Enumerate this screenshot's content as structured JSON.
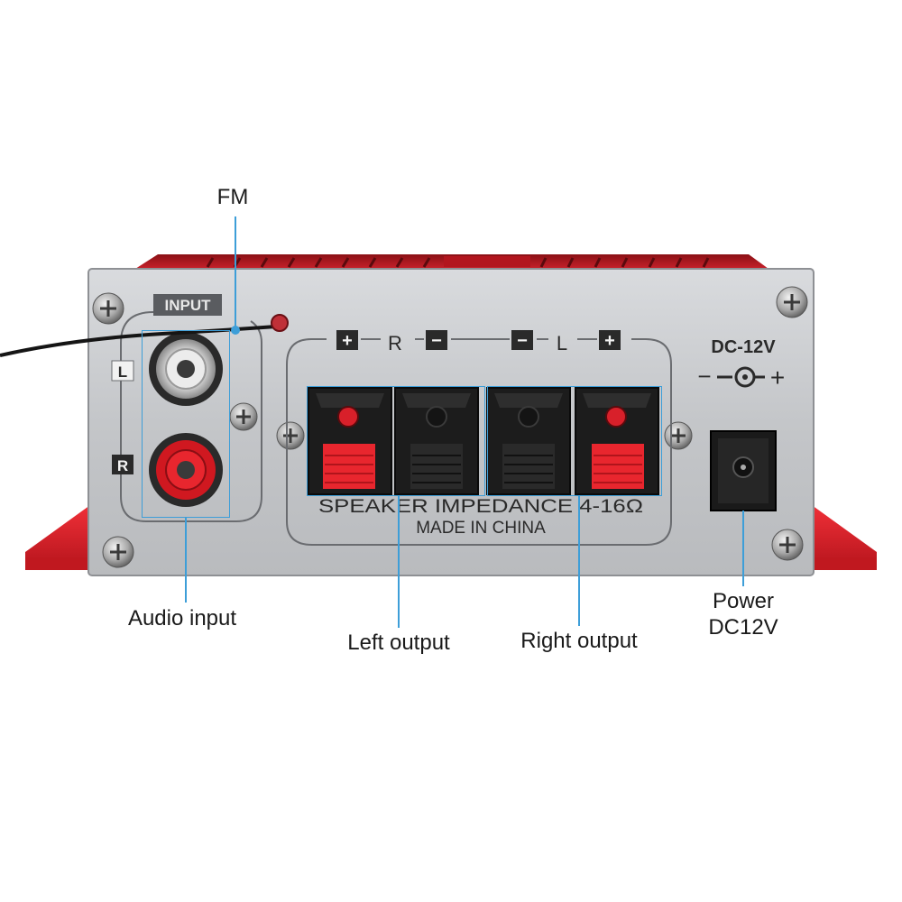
{
  "panel": {
    "input_label": "INPUT",
    "channel_left": "L",
    "channel_right": "R",
    "polarity_plus": "+",
    "polarity_minus": "−",
    "group_right": "R",
    "group_left": "L",
    "speaker_impedance": "SPEAKER IMPEDANCE  4-16Ω",
    "made_in": "MADE IN CHINA",
    "dc_label": "DC-12V",
    "dc_symbol_minus": "−",
    "dc_symbol_plus": "+"
  },
  "callouts": {
    "fm": "FM",
    "audio_input": "Audio input",
    "left_output": "Left output",
    "right_output": "Right output",
    "power_line1": "Power",
    "power_line2": "DC12V"
  },
  "colors": {
    "chassis_red": "#d8202a",
    "panel_silver": "#c9cbce",
    "terminal_red": "#e8262e",
    "terminal_black": "#1c1c1c",
    "leader_blue": "#3d9ed8"
  },
  "icons": [
    "screw-icon",
    "rca-jack-icon",
    "spring-terminal-icon",
    "dc-jack-icon",
    "dc-polarity-icon"
  ]
}
